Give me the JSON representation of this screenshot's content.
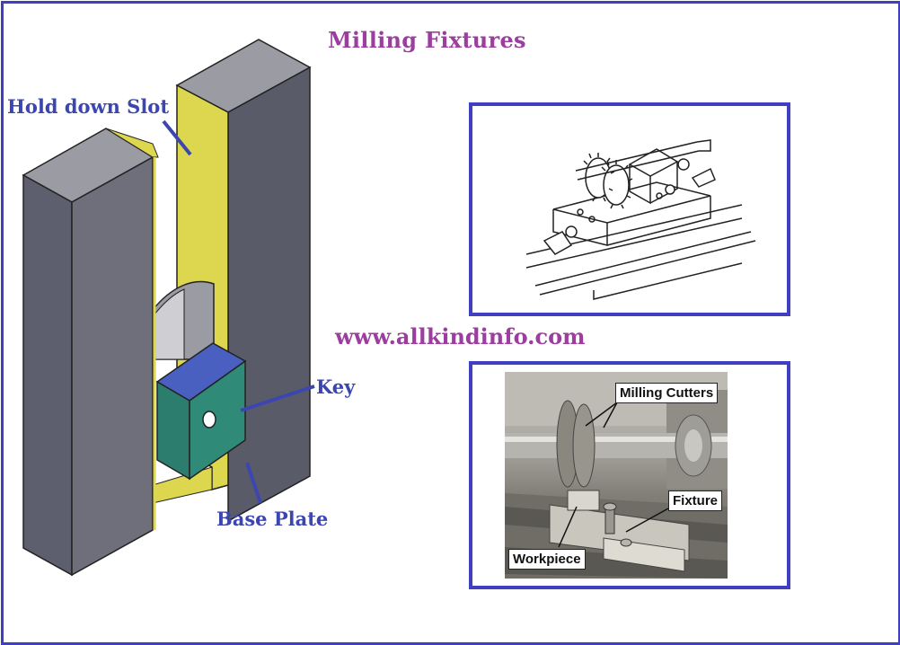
{
  "title": "Milling Fixtures",
  "website": "www.allkindinfo.com",
  "labels": {
    "hold_down_slot": "Hold down Slot",
    "key": "Key",
    "base_plate": "Base Plate"
  },
  "photo_callouts": {
    "milling_cutters": "Milling Cutters",
    "fixture": "Fixture",
    "workpiece": "Workpiece"
  },
  "colors": {
    "frame_border": "#3f3fbf",
    "title": "#9b3e9f",
    "label": "#3c46b0",
    "slot_face": "#dcd74e",
    "block_dark": "#5d5f6e",
    "block_front": "#6e6f7b",
    "key_top": "#4a60c0",
    "key_front": "#2c7d6e"
  }
}
